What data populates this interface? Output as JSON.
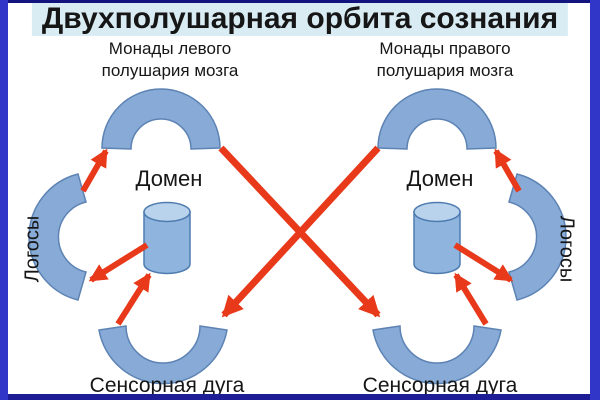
{
  "title": "Двухполушарная орбита сознания",
  "left": {
    "monads_line1": "Монады левого",
    "monads_line2": "полушария мозга",
    "domain": "Домен",
    "logos": "Логосы",
    "sensory": "Сенсорная дуга"
  },
  "right": {
    "monads_line1": "Монады правого",
    "monads_line2": "полушария мозга",
    "domain": "Домен",
    "logos": "Логосы",
    "sensory": "Сенсорная дуга"
  },
  "colors": {
    "border": "#3136c8",
    "border_top": "#14147e",
    "border_bottom": "#1d1d96",
    "title_band": "#d9ecf3",
    "arc_fill": "#87abd6",
    "arc_stroke": "#5d83b4",
    "cyl_body": "#8fb5de",
    "cyl_top": "#b9d3ed",
    "cyl_stroke": "#4f7cb0",
    "arrow_red": "#e8391b",
    "text": "#161616"
  }
}
